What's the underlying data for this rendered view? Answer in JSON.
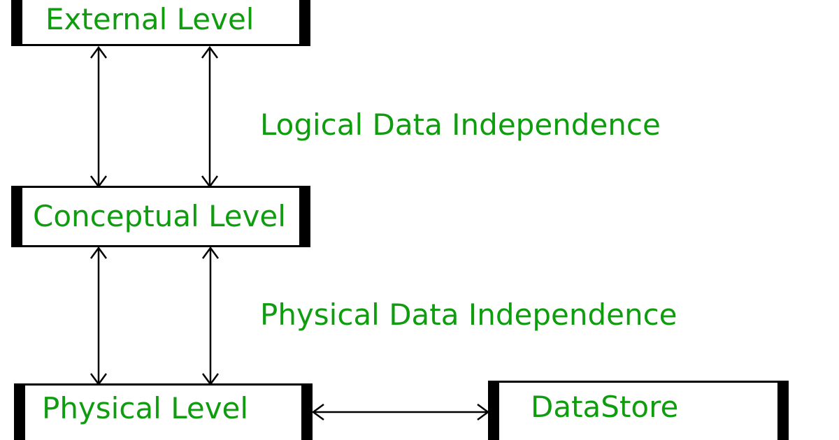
{
  "diagram": {
    "levels": {
      "external": "External Level",
      "conceptual": "Conceptual Level",
      "physical": "Physical Level",
      "datastore": "DataStore"
    },
    "mappings": {
      "logical": "Logical Data Independence",
      "physical": "Physical Data Independence"
    },
    "colors": {
      "text": "#0f9d0f",
      "lines": "#000000",
      "background": "#ffffff"
    }
  }
}
